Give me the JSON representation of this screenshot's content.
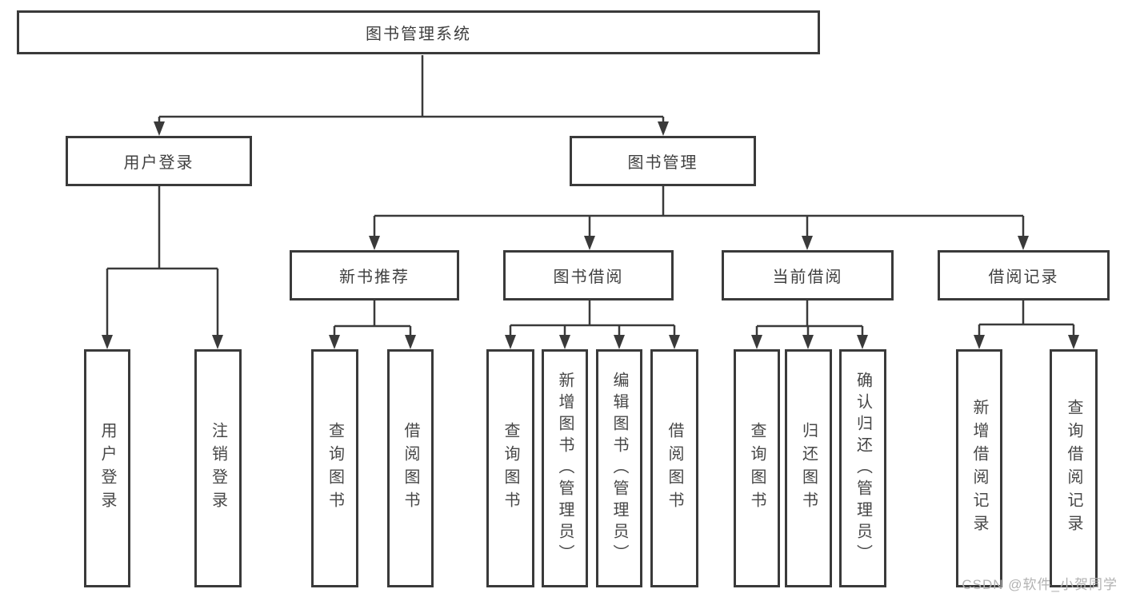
{
  "root": {
    "label": "图书管理系统"
  },
  "level2": [
    {
      "id": "user-login",
      "label": "用户登录"
    },
    {
      "id": "book-management",
      "label": "图书管理"
    }
  ],
  "level3": [
    {
      "id": "new-book-recommend",
      "label": "新书推荐"
    },
    {
      "id": "book-borrowing",
      "label": "图书借阅"
    },
    {
      "id": "current-borrowing",
      "label": "当前借阅"
    },
    {
      "id": "borrow-records",
      "label": "借阅记录"
    }
  ],
  "leaves": [
    {
      "id": "user-login-leaf",
      "parent": "user-login",
      "label": "用户登录"
    },
    {
      "id": "logout-leaf",
      "parent": "user-login",
      "label": "注销登录"
    },
    {
      "id": "query-books-1",
      "parent": "new-book-recommend",
      "label": "查询图书"
    },
    {
      "id": "borrow-books-1",
      "parent": "new-book-recommend",
      "label": "借阅图书"
    },
    {
      "id": "query-books-2",
      "parent": "book-borrowing",
      "label": "查询图书"
    },
    {
      "id": "add-books-admin",
      "parent": "book-borrowing",
      "label": "新增图书（管理员）"
    },
    {
      "id": "edit-books-admin",
      "parent": "book-borrowing",
      "label": "编辑图书（管理员）"
    },
    {
      "id": "borrow-books-2",
      "parent": "book-borrowing",
      "label": "借阅图书"
    },
    {
      "id": "query-books-3",
      "parent": "current-borrowing",
      "label": "查询图书"
    },
    {
      "id": "return-books",
      "parent": "current-borrowing",
      "label": "归还图书"
    },
    {
      "id": "confirm-return-admin",
      "parent": "current-borrowing",
      "label": "确认归还（管理员）"
    },
    {
      "id": "add-borrow-record",
      "parent": "borrow-records",
      "label": "新增借阅记录"
    },
    {
      "id": "query-borrow-record",
      "parent": "borrow-records",
      "label": "查询借阅记录"
    }
  ],
  "watermark": "CSDN @软件_小贺同学",
  "colors": {
    "line": "#3a3a3a",
    "box_border": "#3a3a3a",
    "header_text": "#404040",
    "leaf_text": "#474747",
    "watermark_text": "#b2b2b2",
    "background": "#ffffff"
  }
}
